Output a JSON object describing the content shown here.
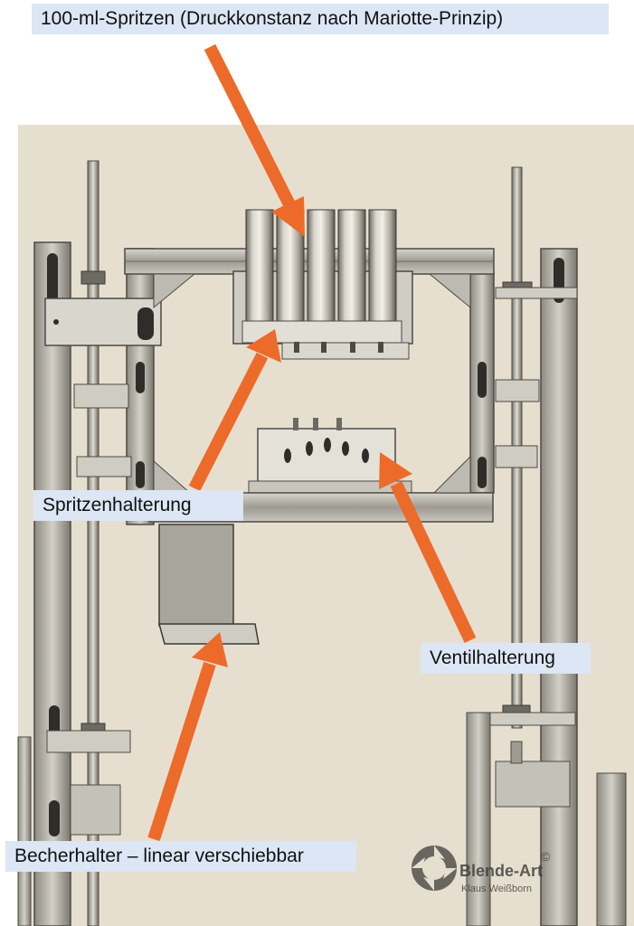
{
  "labels": {
    "syringes": "100-ml-Spritzen (Druckkonstanz nach Mariotte-Prinzip)",
    "syringe_holder": "Spritzenhalterung",
    "valve_holder": "Ventilhalterung",
    "cup_holder": "Becherhalter – linear verschiebbar"
  },
  "watermark": {
    "brand": "Blende-Art",
    "copyright": "©",
    "author": "Klaus Weißborn",
    "icon": "aperture-icon"
  },
  "colors": {
    "arrow": "#ec6b2a",
    "label_bg": "#dce6f4",
    "paper": "#e6dfd0",
    "metal": "#b9b6ad",
    "metal_dark": "#5f5c55"
  }
}
